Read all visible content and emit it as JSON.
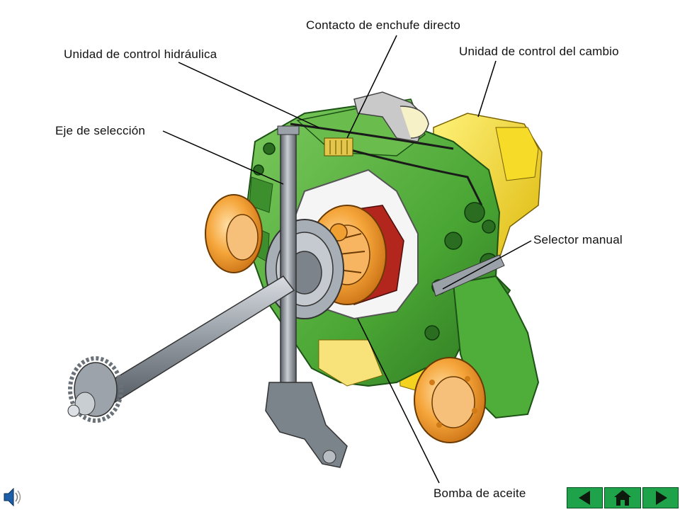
{
  "labels": {
    "plug_contact": "Contacto de enchufe directo",
    "hydraulic_control": "Unidad de control hidráulica",
    "gearbox_control": "Unidad de control del cambio",
    "selector_shaft": "Eje de selección",
    "manual_selector": "Selector manual",
    "oil_pump": "Bomba de aceite"
  },
  "navigation": {
    "previous_icon": "triangle-left-icon",
    "home_icon": "house-icon",
    "next_icon": "triangle-right-icon"
  },
  "audio": {
    "icon": "speaker-icon"
  },
  "colors": {
    "housing_green": "#4fae3a",
    "housing_dark_green": "#2f7d26",
    "control_unit_yellow": "#f2d21b",
    "bearing_orange": "#f0a030",
    "cutaway_red": "#b3261e",
    "shaft_grey": "#8a9099",
    "nav_green": "#1fa34a"
  }
}
